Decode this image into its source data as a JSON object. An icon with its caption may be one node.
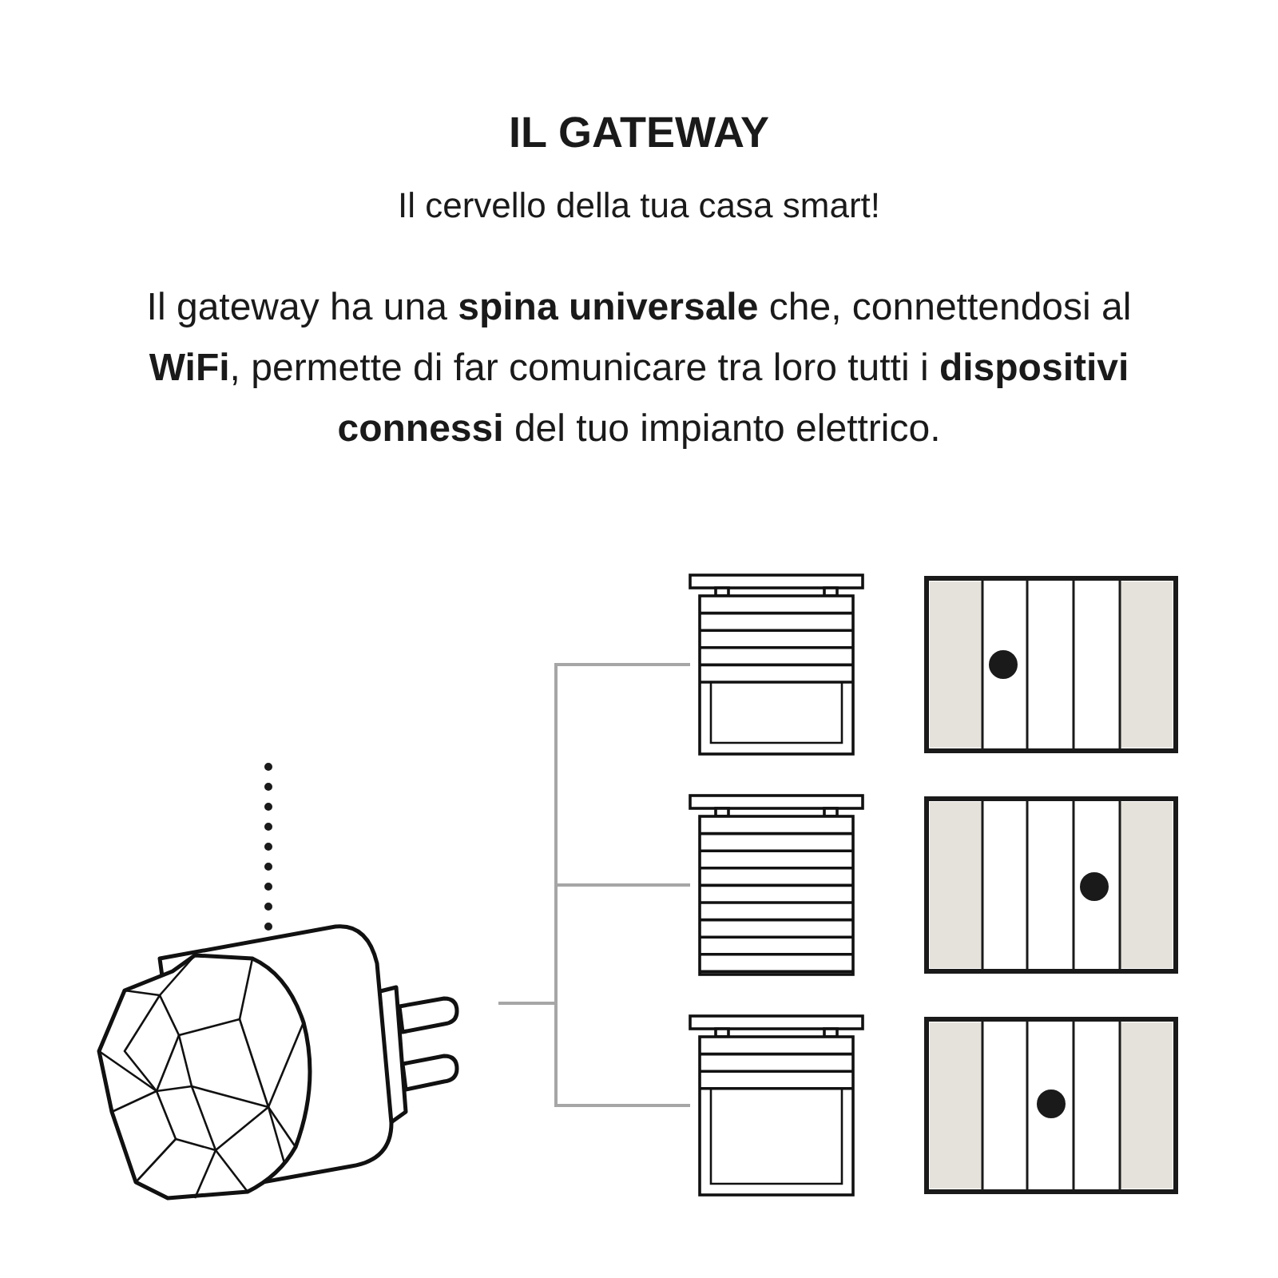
{
  "diagram": {
    "title": "IL GATEWAY",
    "caption": "Il cervello della tua casa smart!",
    "nodes": [
      {
        "text": [],
        "shape": "picture"
      },
      {
        "text": [],
        "shape": "picture"
      },
      {
        "text": [],
        "shape": "picture"
      },
      {
        "text": [],
        "shape": "picture"
      }
    ],
    "edges": [
      {
        "from": 0,
        "to": 1,
        "arrow": "none"
      },
      {
        "from": 0,
        "to": 2,
        "arrow": "none"
      },
      {
        "from": 0,
        "to": 3,
        "arrow": "none"
      },
      {
        "from": 0,
        "to": null,
        "arrow": "none",
        "style": "dashed",
        "color": "#1a1a1a"
      }
    ],
    "labels": [
      "Il gateway ha una **spina universale** che, connettendosi al **WiFi**, permette di far comunicare tra loro tutti i **dispositivi connessi** del tuo impianto elettrico."
    ]
  }
}
